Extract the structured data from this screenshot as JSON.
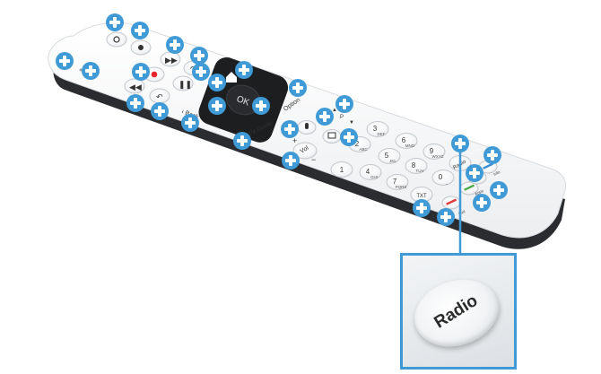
{
  "labels": {
    "back": "Back",
    "ok": "OK",
    "tv_guide": "TV Guide",
    "option": "Option",
    "vol": "Vol",
    "p": "P",
    "plus": "+",
    "minus": "−",
    "radio": "Radio",
    "txt": "TXT",
    "exit": "Exit",
    "apps": "Apps",
    "info": "Info"
  },
  "keypad": [
    {
      "num": "1",
      "sub": ""
    },
    {
      "num": "2",
      "sub": "ABC"
    },
    {
      "num": "3",
      "sub": "DEF"
    },
    {
      "num": "4",
      "sub": "GHI"
    },
    {
      "num": "5",
      "sub": "JKL"
    },
    {
      "num": "6",
      "sub": "MNO"
    },
    {
      "num": "7",
      "sub": "PQRS"
    },
    {
      "num": "8",
      "sub": "TUV"
    },
    {
      "num": "9",
      "sub": "WXYZ"
    },
    {
      "num": "0",
      "sub": "_"
    }
  ],
  "zoom": {
    "label": "Radio"
  },
  "hotspot_count": 29,
  "colors": {
    "hotspot": "#3f9ad6",
    "remote_body": "#ffffff",
    "remote_edge": "#2b2c2f",
    "nav_pad": "#1d1e20",
    "record": "#e8242e",
    "key_red": "#e23a3a",
    "key_green": "#4cae4c",
    "key_yellow": "#f2c21b",
    "key_blue": "#3a8fd6"
  }
}
